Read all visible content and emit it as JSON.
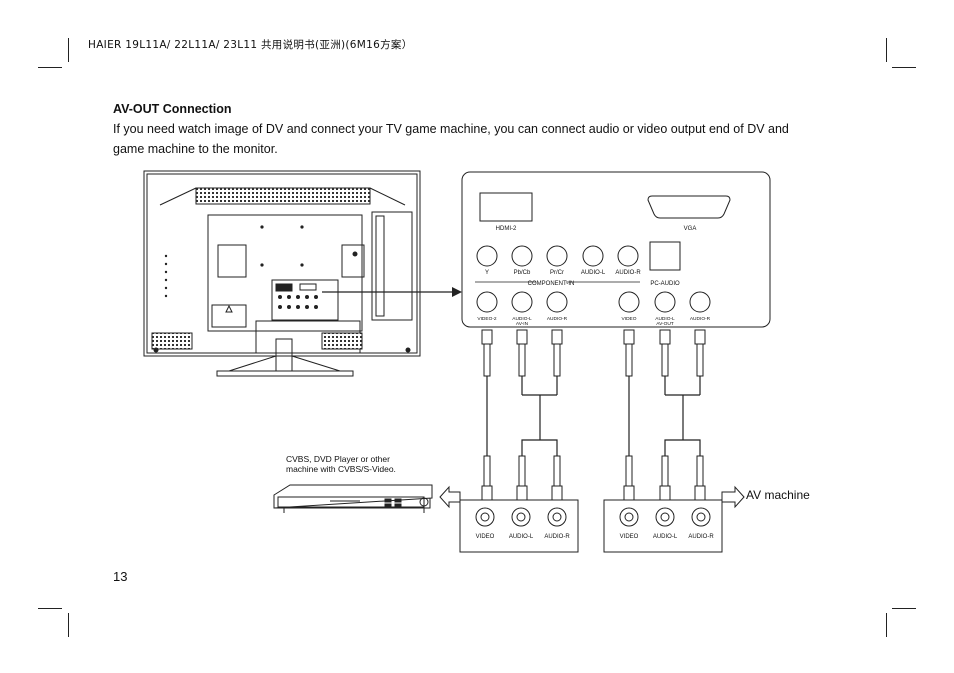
{
  "header": {
    "text": "HAIER 19L11A/ 22L11A/ 23L11 共用说明书(亚洲)(6M16方案）"
  },
  "section": {
    "title": "AV-OUT Connection",
    "body": "If you need watch image of DV and connect your TV game machine, you can connect audio or video output end of DV and game machine to the monitor."
  },
  "diagram": {
    "panel_labels": {
      "hdmi": "HDMI-2",
      "vga": "VGA",
      "y": "Y",
      "pbcb": "Pb/Cb",
      "prcr": "Pr/Cr",
      "audio_l": "AUDIO-L",
      "audio_r": "AUDIO-R",
      "component_in": "COMPONENT-IN",
      "pc_audio": "PC-AUDIO",
      "video2": "VIDEO-2",
      "audio_l_avin": "AUDIO-L",
      "av_in": "AV-IN",
      "audio_r_in": "AUDIO-R",
      "video_out": "VIDEO",
      "audio_l_avout": "AUDIO-L",
      "av_out": "AV-OUT",
      "audio_r_out": "AUDIO-R"
    },
    "device_caption_line1": "CVBS, DVD Player or other",
    "device_caption_line2": "machine with CVBS/S-Video.",
    "box_left": {
      "video": "VIDEO",
      "audio_l": "AUDIO-L",
      "audio_r": "AUDIO-R"
    },
    "box_right": {
      "video": "VIDEO",
      "audio_l": "AUDIO-L",
      "audio_r": "AUDIO-R"
    },
    "av_machine_label": "AV machine"
  },
  "page_number": "13"
}
